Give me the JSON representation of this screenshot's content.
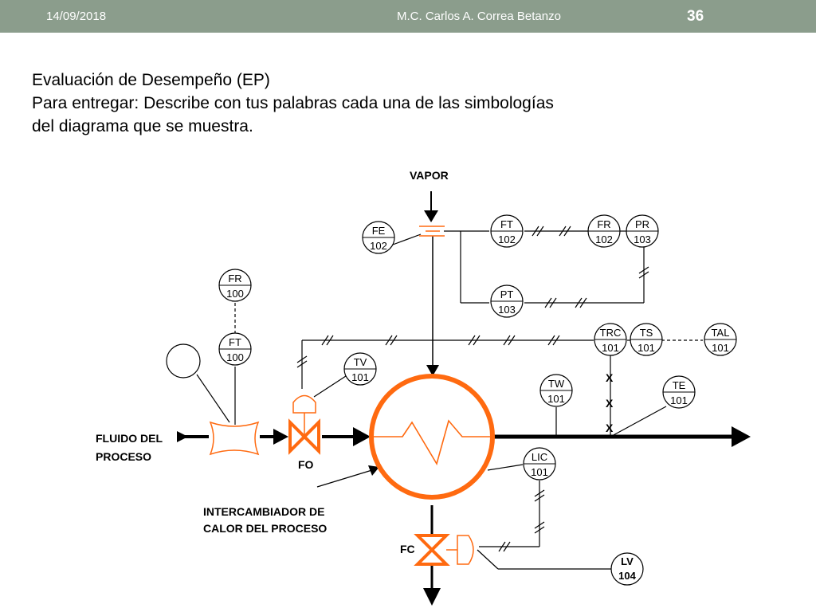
{
  "header": {
    "date": "14/09/2018",
    "author": "M.C. Carlos A. Correa Betanzo",
    "page_number": "36"
  },
  "title": {
    "line1": "Evaluación de Desempeño (EP)",
    "line2": "Para entregar: Describe con tus palabras cada una de las simbologías",
    "line3": "del diagrama que se muestra."
  },
  "diagram": {
    "vapor": "VAPOR",
    "fluid_line1": "FLUIDO DEL",
    "fluid_line2": "PROCESO",
    "exchanger_line1": "INTERCAMBIADOR DE",
    "exchanger_line2": "CALOR DEL PROCESO",
    "fo": "FO",
    "fc": "FC",
    "instruments": {
      "fe102": {
        "tag": "FE",
        "num": "102"
      },
      "ft102": {
        "tag": "FT",
        "num": "102"
      },
      "fr102": {
        "tag": "FR",
        "num": "102"
      },
      "pr103": {
        "tag": "PR",
        "num": "103"
      },
      "pt103": {
        "tag": "PT",
        "num": "103"
      },
      "fr100": {
        "tag": "FR",
        "num": "100"
      },
      "ft100": {
        "tag": "FT",
        "num": "100"
      },
      "tv101": {
        "tag": "TV",
        "num": "101"
      },
      "trc101": {
        "tag": "TRC",
        "num": "101"
      },
      "ts101": {
        "tag": "TS",
        "num": "101"
      },
      "tal101": {
        "tag": "TAL",
        "num": "101"
      },
      "tw101": {
        "tag": "TW",
        "num": "101"
      },
      "te101": {
        "tag": "TE",
        "num": "101"
      },
      "lic101": {
        "tag": "LIC",
        "num": "101"
      },
      "lv104": {
        "tag": "LV",
        "num": "104"
      }
    },
    "signal_marks": [
      "X",
      "X",
      "X"
    ]
  },
  "colors": {
    "header_bg": "#8b9d8c",
    "equipment": "#ff6a10",
    "line": "#000000"
  }
}
